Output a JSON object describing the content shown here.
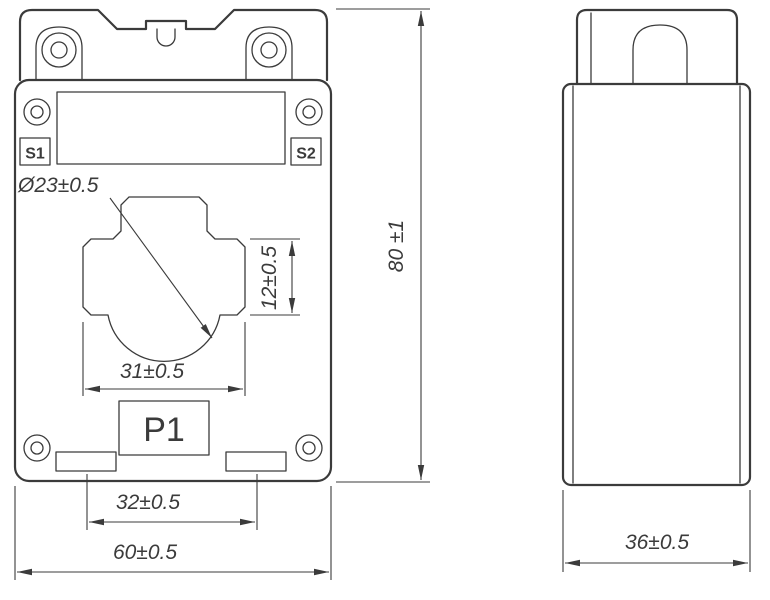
{
  "front_view": {
    "labels": {
      "s1": "S1",
      "s2": "S2",
      "p1": "P1"
    },
    "dimensions": {
      "aperture_diameter": "Ø23±0.5",
      "slot_height": "12±0.5",
      "aperture_width": "31±0.5",
      "mounting_span": "32±0.5",
      "overall_width": "60±0.5",
      "overall_height": "80 ±1"
    }
  },
  "side_view": {
    "dimensions": {
      "overall_depth": "36±0.5"
    }
  },
  "colors": {
    "line": "#3b3b3b",
    "background": "#ffffff"
  }
}
